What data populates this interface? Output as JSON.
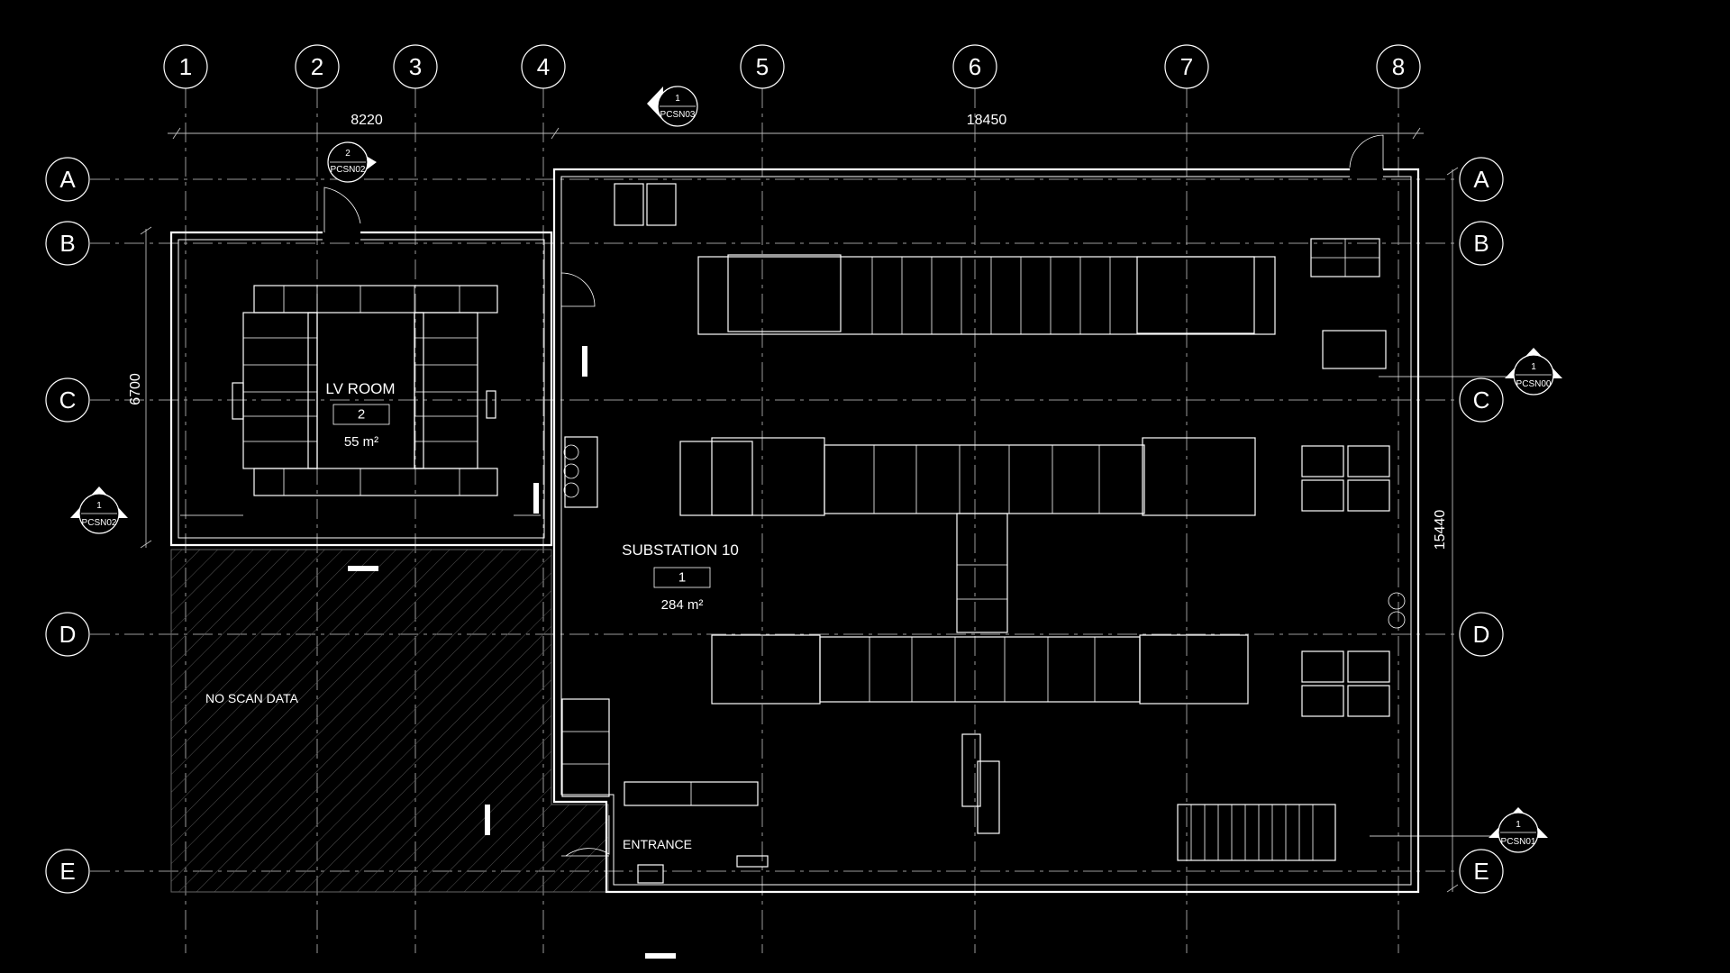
{
  "grid": {
    "columns": [
      "1",
      "2",
      "3",
      "4",
      "5",
      "6",
      "7",
      "8"
    ],
    "rows": [
      "A",
      "B",
      "C",
      "D",
      "E"
    ]
  },
  "dimensions": {
    "top_left": "8220",
    "top_right": "18450",
    "left_vertical": "6700",
    "right_vertical": "15440"
  },
  "rooms": {
    "lv_room": {
      "name": "LV ROOM",
      "number": "2",
      "area": "55 m²"
    },
    "substation": {
      "name": "SUBSTATION 10",
      "number": "1",
      "area": "284 m²"
    }
  },
  "labels": {
    "no_scan": "NO SCAN DATA",
    "entrance": "ENTRANCE"
  },
  "section_tags": [
    {
      "num": "1",
      "ref": "PCSN03",
      "id": "tag-pcsn03"
    },
    {
      "num": "2",
      "ref": "PCSN02",
      "id": "tag-pcsn02-top"
    },
    {
      "num": "1",
      "ref": "PCSN02",
      "id": "tag-pcsn02-left"
    },
    {
      "num": "1",
      "ref": "PCSN00",
      "id": "tag-pcsn00"
    },
    {
      "num": "1",
      "ref": "PCSN01",
      "id": "tag-pcsn01"
    }
  ]
}
